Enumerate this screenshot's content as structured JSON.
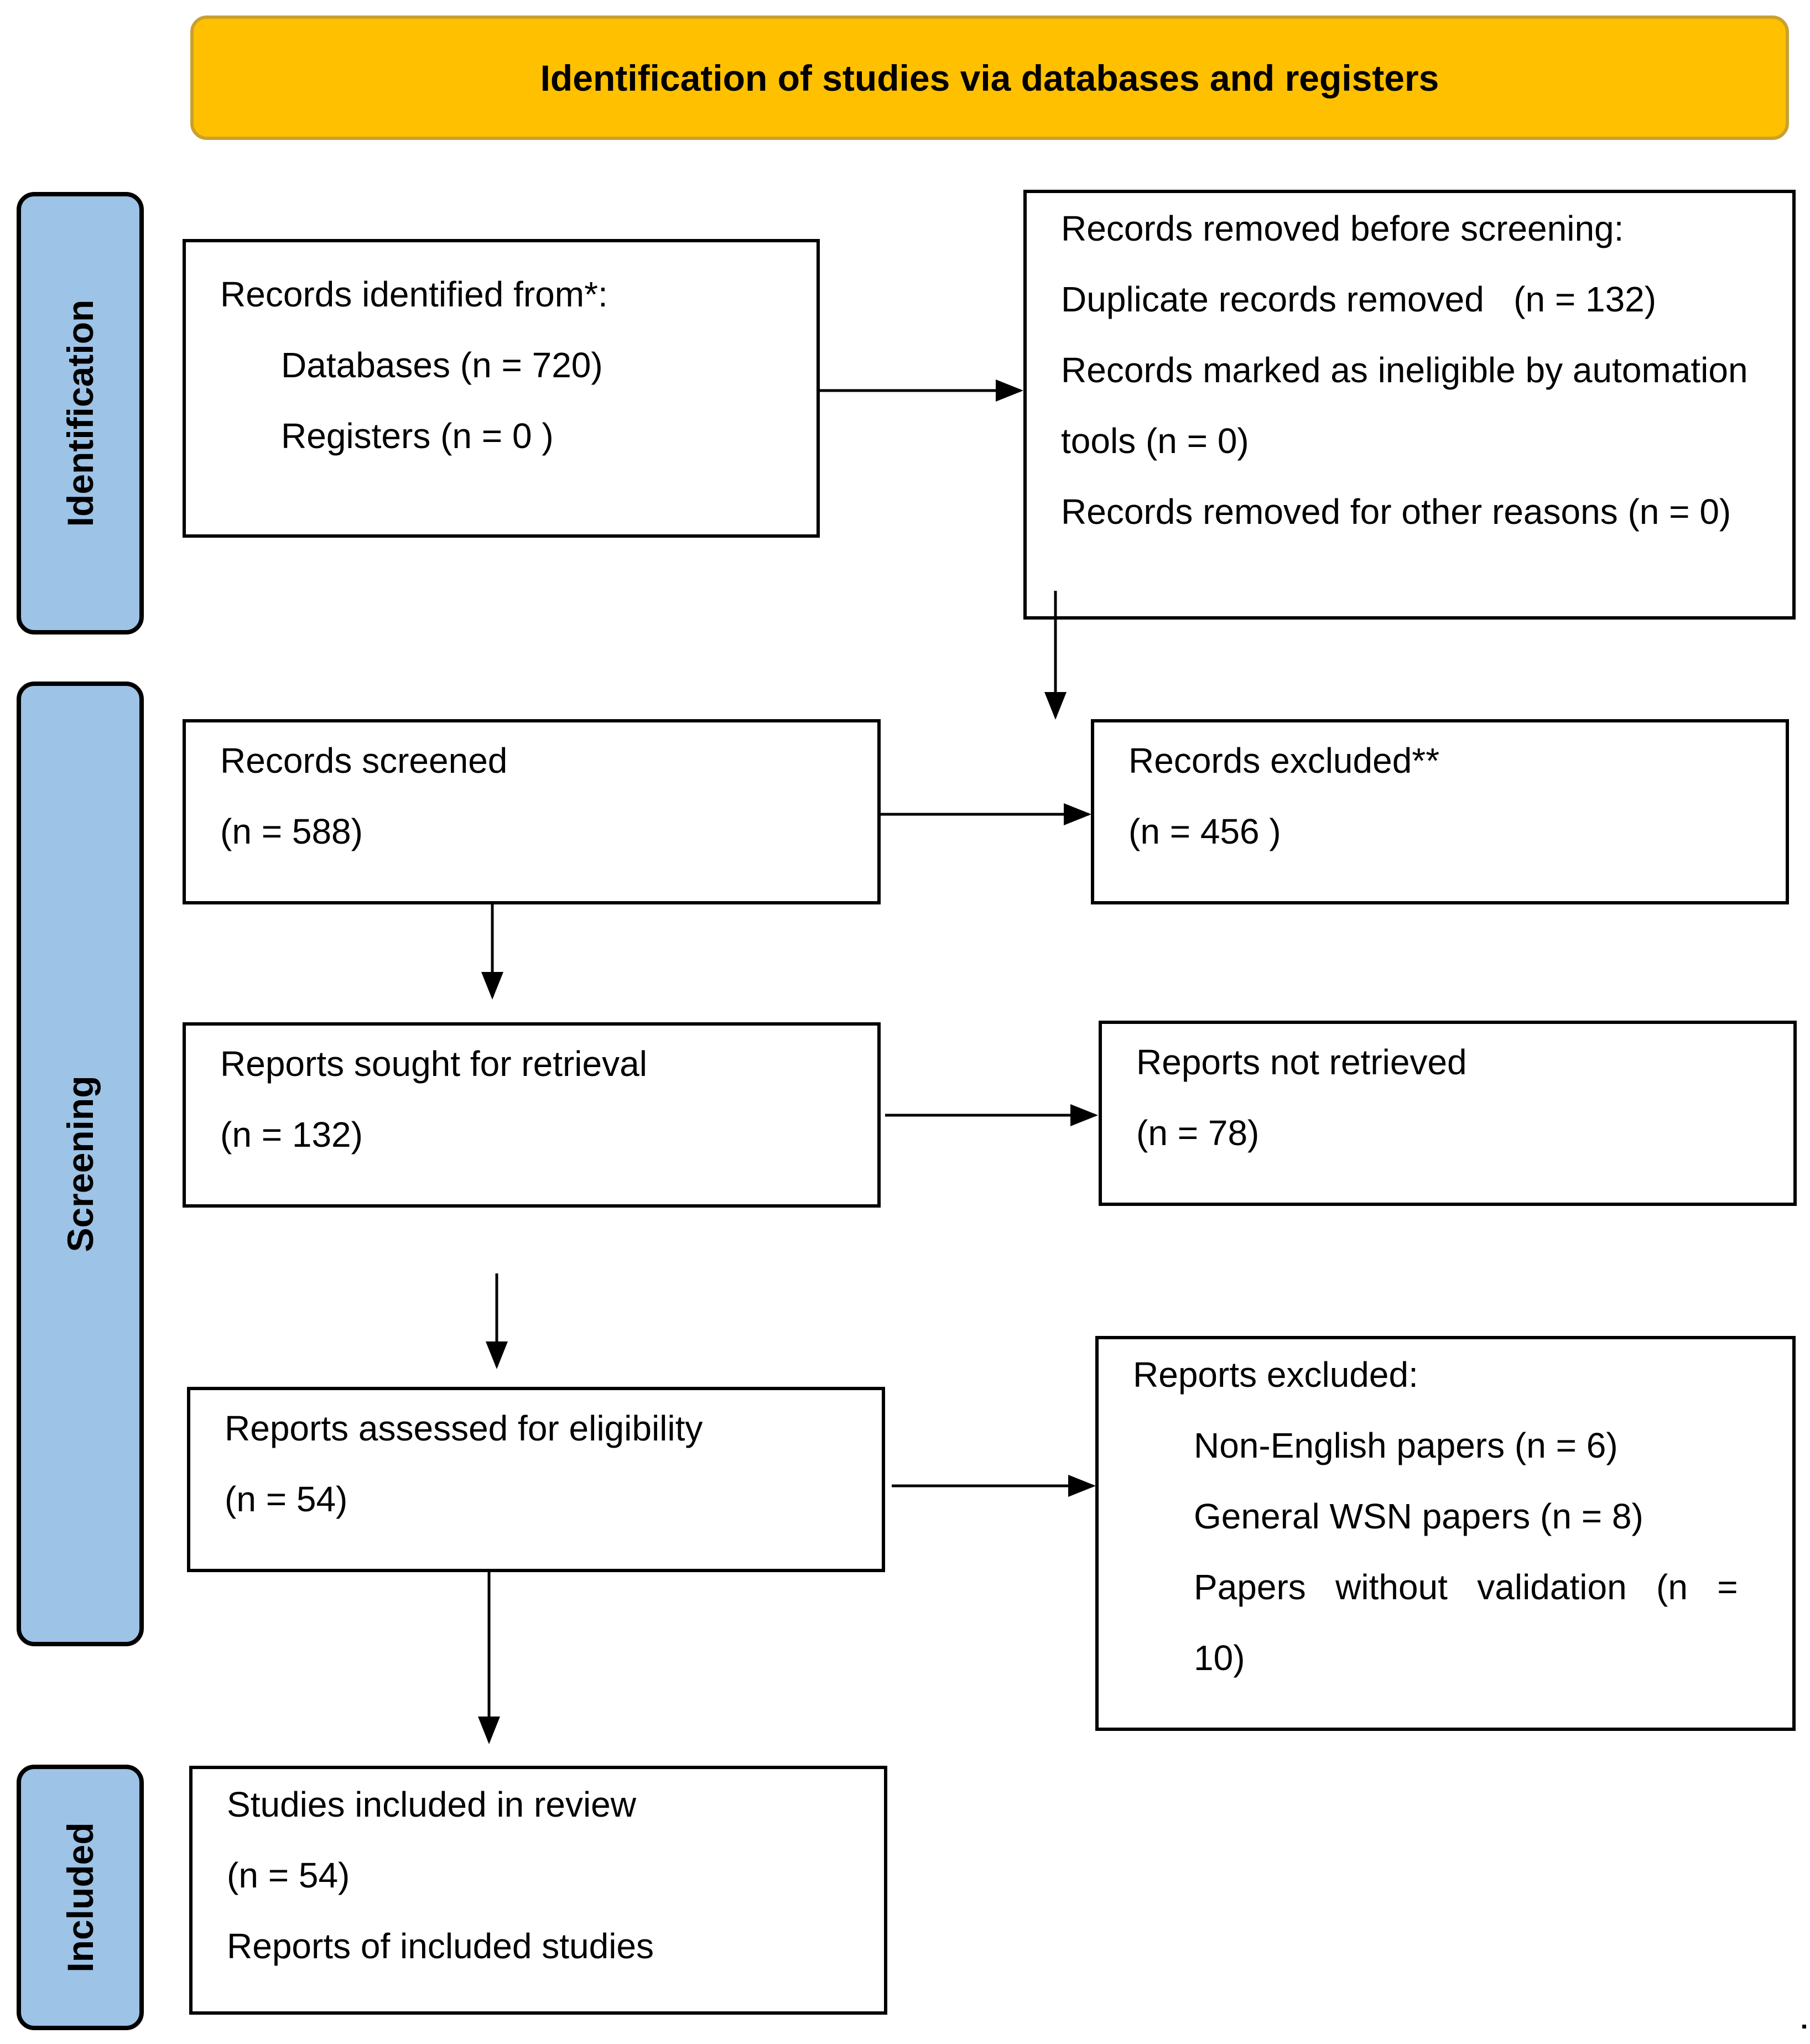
{
  "header": {
    "title": "Identification of studies via databases and registers"
  },
  "phases": {
    "identification": "Identification",
    "screening": "Screening",
    "included": "Included"
  },
  "records_identified": {
    "title": "Records identified from*:",
    "databases": "Databases (n = 720)",
    "registers": "Registers (n = 0 )"
  },
  "records_removed": {
    "title": "Records removed before screening:",
    "duplicates": "Duplicate records removed   (n = 132)",
    "ineligible_line1": "Records marked as ineligible by automation",
    "ineligible_line2": "tools (n = 0)",
    "other": "Records removed for other reasons (n = 0)"
  },
  "records_screened": {
    "title": "Records screened",
    "count": "(n = 588)"
  },
  "records_excluded": {
    "title": "Records excluded**",
    "count": "(n = 456 )"
  },
  "reports_sought": {
    "title": "Reports sought for retrieval",
    "count": "(n = 132)"
  },
  "reports_not_retrieved": {
    "title": "Reports not retrieved",
    "count": "(n = 78)"
  },
  "reports_assessed": {
    "title": "Reports assessed for eligibility",
    "count": "(n = 54)"
  },
  "reports_excluded": {
    "title": "Reports excluded:",
    "non_english": "Non-English papers (n = 6)",
    "general_wsn": "General WSN papers (n = 8)",
    "no_validation_line1": "Papers   without   validation   (n   =",
    "no_validation_line2": "10)"
  },
  "studies_included": {
    "title": "Studies included in review",
    "count": "(n = 54)",
    "reports": "Reports of included studies"
  },
  "colors": {
    "header_fill": "#FFC000",
    "phase_fill": "#9DC3E6",
    "box_border": "#000000"
  }
}
